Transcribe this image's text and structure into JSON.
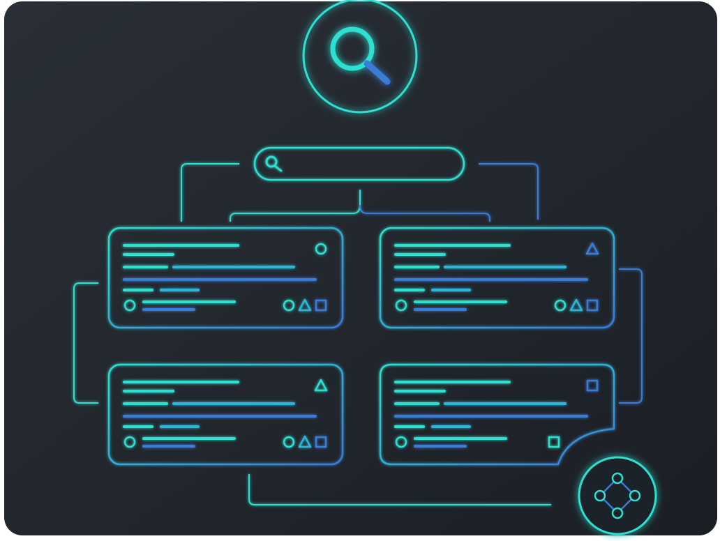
{
  "colors": {
    "background_top": "#2a2f37",
    "background_bottom": "#1b1f25",
    "teal": "#2ee0d0",
    "blue": "#3a7bd5",
    "mid": "#2fb6d8"
  },
  "icons": {
    "hero": "magnifier-icon",
    "search_bar": "search-icon",
    "network": "network-nodes-icon"
  },
  "search_bar": {
    "text": ""
  },
  "cards": [
    {
      "id": "top-left",
      "corner_shape": "circle",
      "footer_shapes": [
        "circle",
        "triangle",
        "square"
      ]
    },
    {
      "id": "top-right",
      "corner_shape": "triangle",
      "footer_shapes": [
        "circle",
        "triangle",
        "square"
      ]
    },
    {
      "id": "bottom-left",
      "corner_shape": "triangle",
      "footer_shapes": [
        "circle",
        "triangle",
        "square"
      ]
    },
    {
      "id": "bottom-right",
      "corner_shape": "square",
      "footer_shapes": [
        "square"
      ],
      "folded_corner": true
    }
  ]
}
